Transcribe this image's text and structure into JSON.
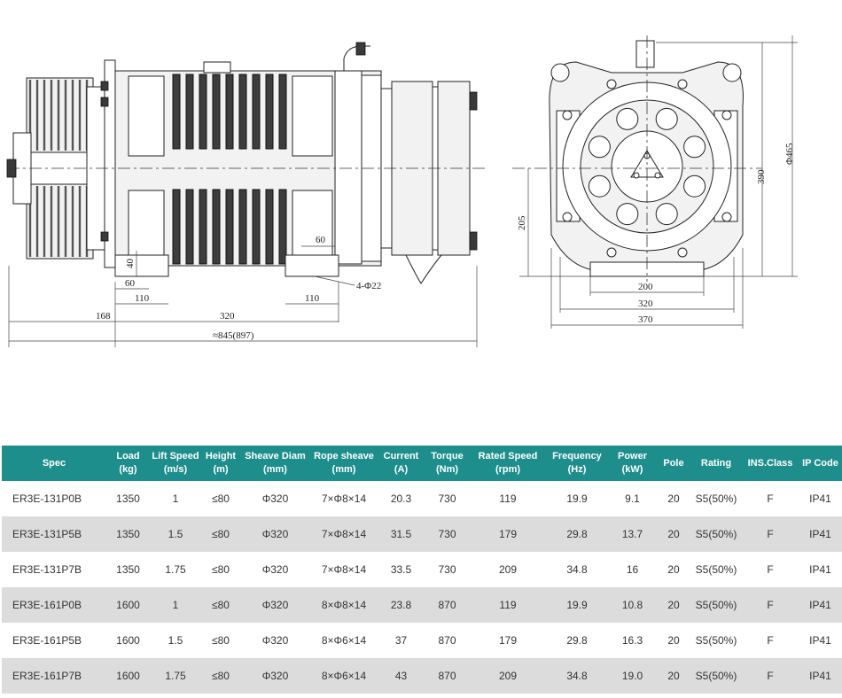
{
  "drawing": {
    "side_dims": {
      "d40": "40",
      "d60_left": "60",
      "d60_right": "60",
      "d110_left": "110",
      "d110_right": "110",
      "d168": "168",
      "d320": "320",
      "total": "≈845(897)",
      "holes": "4-Φ22"
    },
    "front_dims": {
      "d205": "205",
      "d390": "390",
      "d465": "Φ465",
      "d200": "200",
      "d320": "320",
      "d370": "370"
    }
  },
  "table": {
    "headers": [
      [
        "Spec"
      ],
      [
        "Load",
        "(kg)"
      ],
      [
        "Lift Speed",
        "(m/s)"
      ],
      [
        "Height",
        "(m)"
      ],
      [
        "Sheave Diam",
        "(mm)"
      ],
      [
        "Rope sheave",
        "(mm)"
      ],
      [
        "Current",
        "(A)"
      ],
      [
        "Torque",
        "(Nm)"
      ],
      [
        "Rated Speed",
        "(rpm)"
      ],
      [
        "Frequency",
        "(Hz)"
      ],
      [
        "Power",
        "(kW)"
      ],
      [
        "Pole"
      ],
      [
        "Rating"
      ],
      [
        "INS.Class"
      ],
      [
        "IP Code"
      ]
    ],
    "rows": [
      [
        "ER3E-131P0B",
        "1350",
        "1",
        "≤80",
        "Φ320",
        "7×Φ8×14",
        "20.3",
        "730",
        "119",
        "19.9",
        "9.1",
        "20",
        "S5(50%)",
        "F",
        "IP41"
      ],
      [
        "ER3E-131P5B",
        "1350",
        "1.5",
        "≤80",
        "Φ320",
        "7×Φ8×14",
        "31.5",
        "730",
        "179",
        "29.8",
        "13.7",
        "20",
        "S5(50%)",
        "F",
        "IP41"
      ],
      [
        "ER3E-131P7B",
        "1350",
        "1.75",
        "≤80",
        "Φ320",
        "7×Φ8×14",
        "33.5",
        "730",
        "209",
        "34.8",
        "16",
        "20",
        "S5(50%)",
        "F",
        "IP41"
      ],
      [
        "ER3E-161P0B",
        "1600",
        "1",
        "≤80",
        "Φ320",
        "8×Φ8×14",
        "23.8",
        "870",
        "119",
        "19.9",
        "10.8",
        "20",
        "S5(50%)",
        "F",
        "IP41"
      ],
      [
        "ER3E-161P5B",
        "1600",
        "1.5",
        "≤80",
        "Φ320",
        "8×Φ6×14",
        "37",
        "870",
        "179",
        "29.8",
        "16.3",
        "20",
        "S5(50%)",
        "F",
        "IP41"
      ],
      [
        "ER3E-161P7B",
        "1600",
        "1.75",
        "≤80",
        "Φ320",
        "8×Φ6×14",
        "43",
        "870",
        "209",
        "34.8",
        "19.0",
        "20",
        "S5(50%)",
        "F",
        "IP41"
      ]
    ]
  }
}
